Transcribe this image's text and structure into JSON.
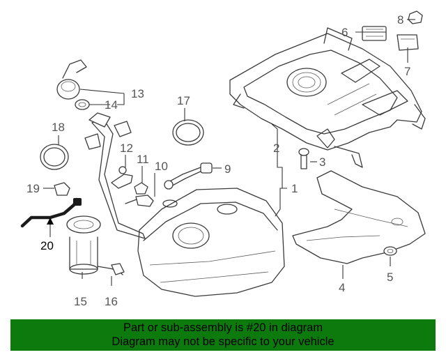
{
  "callouts": [
    "1",
    "2",
    "3",
    "4",
    "5",
    "6",
    "7",
    "8",
    "13",
    "14",
    "17",
    "18",
    "12",
    "11",
    "10",
    "9",
    "19",
    "20",
    "15",
    "16"
  ],
  "highlighted_part": "20",
  "banner": {
    "line1": "Part or sub-assembly is #20 in diagram",
    "line2": "Diagram may not be specific to your vehicle"
  },
  "colors": {
    "banner_bg": "#0d7a0d",
    "banner_text": "#000000",
    "callout_text": "#555555"
  }
}
